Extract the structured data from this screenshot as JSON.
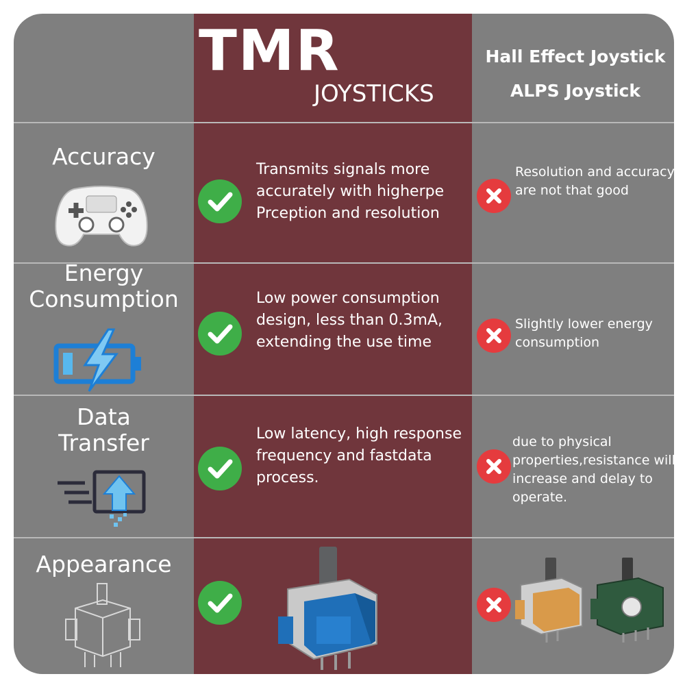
{
  "header": {
    "tmr_title": "TMR",
    "tmr_subtitle": "JOYSTICKS",
    "alt_title_1": "Hall Effect Joystick",
    "alt_title_2": "ALPS Joystick"
  },
  "rows": [
    {
      "title": "Accuracy",
      "tmr_text": "Transmits signals more accurately with higherpe Prception and resolution",
      "alt_text": "Resolution and accuracy are not that good",
      "icon": "gamepad-icon"
    },
    {
      "title_line1": "Energy",
      "title_line2": "Consumption",
      "tmr_text": "Low power consumption design, less than 0.3mA, extending the use time",
      "alt_text": "Slightly lower energy consumption",
      "icon": "battery-charging-icon"
    },
    {
      "title_line1": "Data",
      "title_line2": "Transfer",
      "tmr_text": "Low latency, high response frequency and fastdata process.",
      "alt_text": "due to physical properties,resistance will increase and delay to operate.",
      "icon": "data-transfer-icon"
    },
    {
      "title": "Appearance",
      "icon": "joystick-module-icon"
    }
  ],
  "colors": {
    "background": "#7f7f7f",
    "tmr_column": "#70363c",
    "check": "#3fae48",
    "cross": "#e53b3e",
    "divider": "#b9b9b9"
  }
}
